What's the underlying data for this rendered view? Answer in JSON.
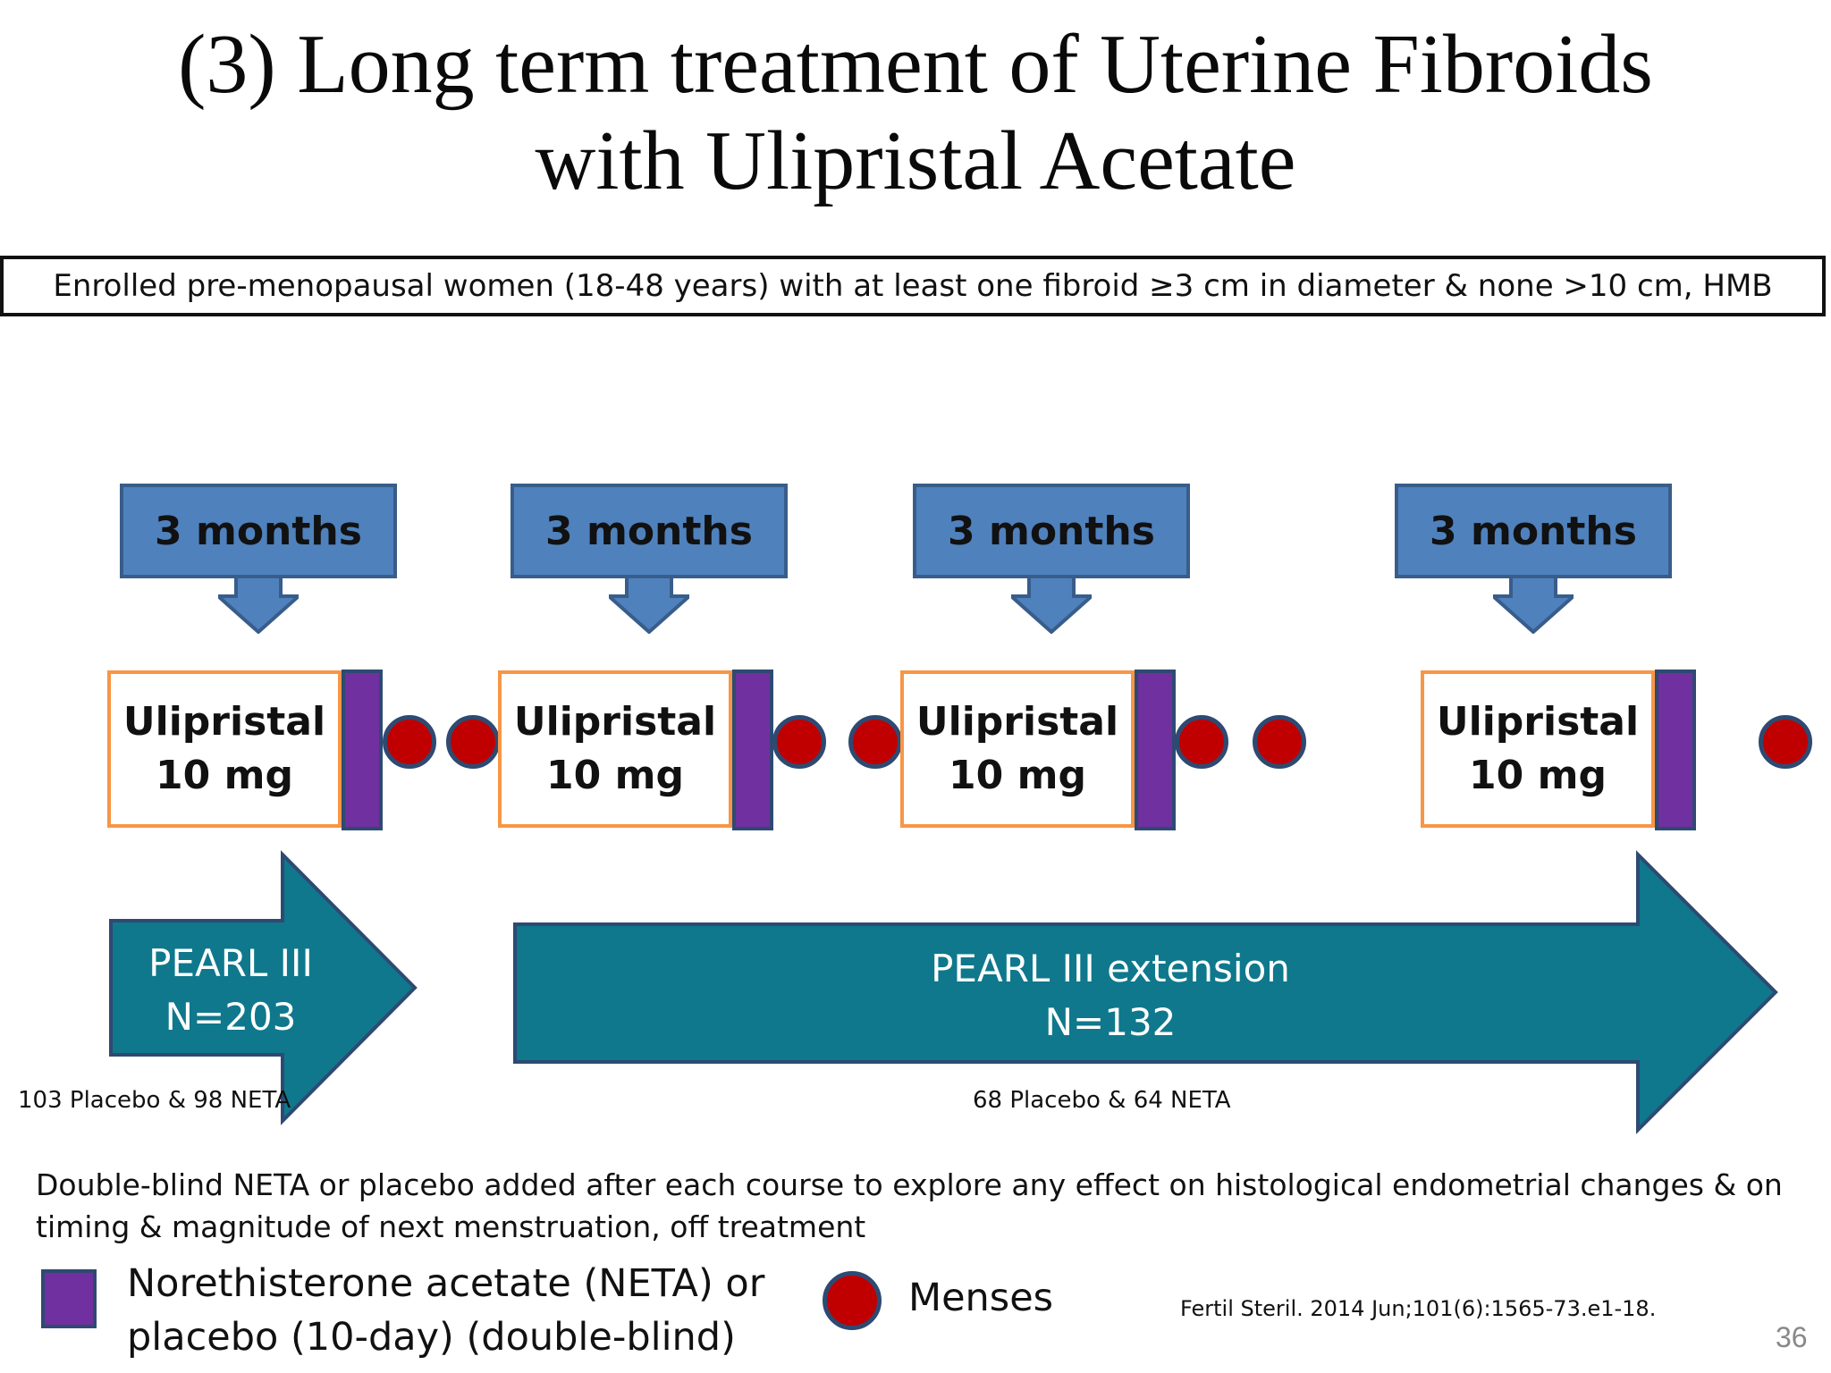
{
  "title": {
    "line1": "(3) Long term treatment of Uterine Fibroids",
    "line2": "with Ulipristal Acetate"
  },
  "enrollment": "Enrolled pre-menopausal women (18-48 years) with at least one fibroid ≥3 cm in diameter & none >10 cm, HMB",
  "courses": [
    {
      "duration": "3 months",
      "drug_line1": "Ulipristal",
      "drug_line2": "10 mg"
    },
    {
      "duration": "3 months",
      "drug_line1": "Ulipristal",
      "drug_line2": "10 mg"
    },
    {
      "duration": "3 months",
      "drug_line1": "Ulipristal",
      "drug_line2": "10 mg"
    },
    {
      "duration": "3 months",
      "drug_line1": "Ulipristal",
      "drug_line2": "10 mg"
    }
  ],
  "phases": {
    "pearl3": {
      "line1": "PEARL III",
      "line2": "N=203",
      "note": "103 Placebo & 98 NETA"
    },
    "extension": {
      "line1": "PEARL III extension",
      "line2": "N=132",
      "note": "68 Placebo & 64 NETA"
    }
  },
  "description": "Double-blind NETA or placebo added after each course to explore any effect on histological endometrial changes & on timing & magnitude of next menstruation, off treatment",
  "legend": {
    "neta_line1": "Norethisterone acetate (NETA) or",
    "neta_line2": "placebo (10-day) (double-blind)",
    "menses": "Menses"
  },
  "reference": "Fertil Steril. 2014 Jun;101(6):1565-73.e1-18.",
  "page_number": "36",
  "colors": {
    "callout_fill": "#4f81bd",
    "drug_border": "#f79646",
    "neta": "#7030a0",
    "menses": "#c00000",
    "phase_arrow": "#0f788c"
  }
}
